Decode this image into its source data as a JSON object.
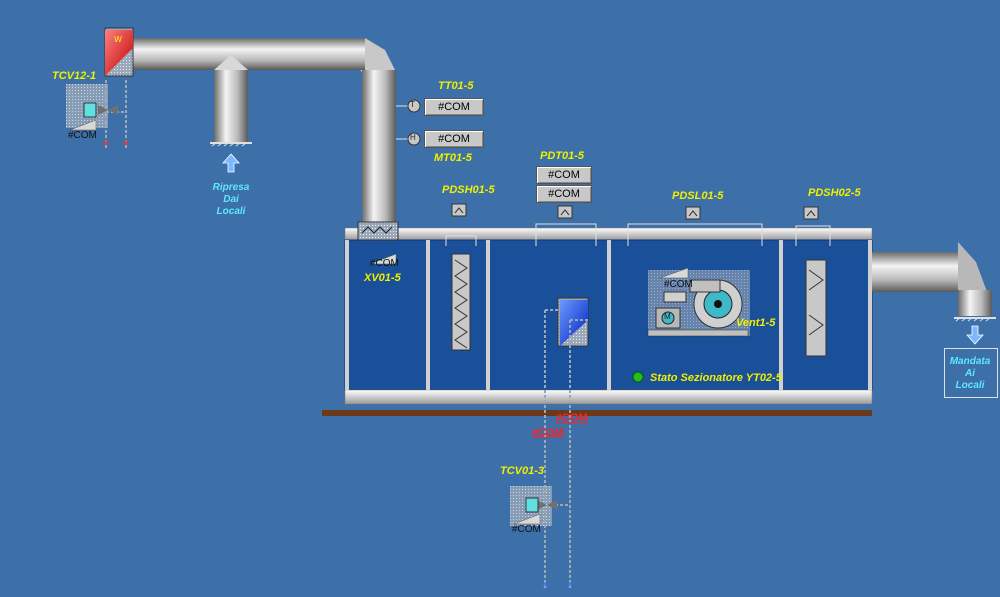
{
  "colors": {
    "background": "#3d6fa8",
    "ahu_body": "#1a4f9a",
    "duct": "#b0b0b0",
    "label_yellow": "#f0f000",
    "label_cyan": "#5fe8ff",
    "alarm_red": "#ff2020",
    "status_green": "#20c020"
  },
  "labels": {
    "tcv12": "TCV12-1",
    "tt01": "TT01-5",
    "mt01": "MT01-5",
    "pdt01": "PDT01-5",
    "pdsh01": "PDSH01-5",
    "pdsl01": "PDSL01-5",
    "pdsh02": "PDSH02-5",
    "xv01": "XV01-5",
    "vent1": "Vent1-5",
    "stato": "Stato Sezionatore YT02-5",
    "tcv01": "TCV01-3"
  },
  "ripresa": {
    "line1": "Ripresa",
    "line2": "Dai",
    "line3": "Locali"
  },
  "mandata": {
    "line1": "Mandata",
    "line2": "Ai",
    "line3": "Locali"
  },
  "com": "#COM",
  "icons": {
    "temp_sensor": "T",
    "humidity_sensor": "H",
    "fan_motor": "M"
  }
}
